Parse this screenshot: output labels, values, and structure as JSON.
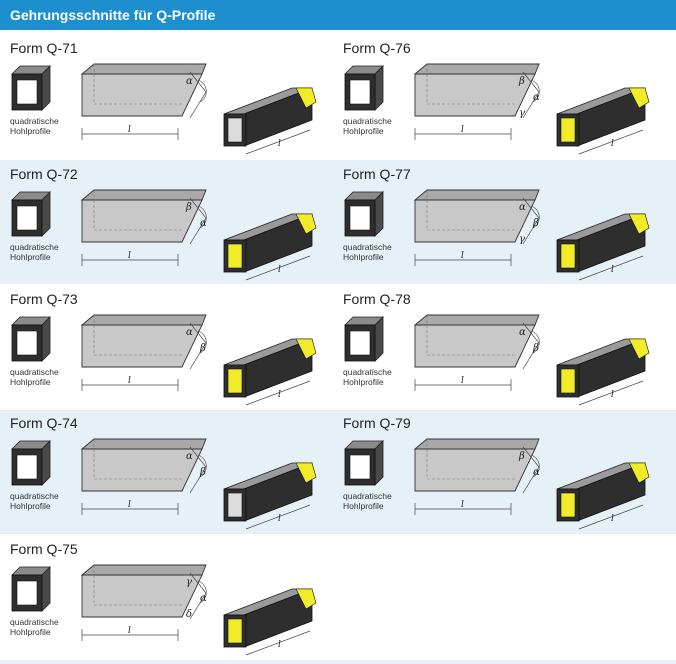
{
  "header": {
    "title": "Gehrungsschnitte für Q-Profile"
  },
  "caption": [
    "quadratische",
    "Hohlprofile"
  ],
  "colors": {
    "header_bg": "#1d8fcf",
    "band_bg": "#e6f0f7",
    "profile_dark": "#2e2e2e",
    "cut_yellow": "#f2ec28",
    "light_gray": "#c8c8c8"
  },
  "forms": [
    {
      "title": "Form Q-71",
      "angles": [
        "α"
      ],
      "length": "l"
    },
    {
      "title": "Form Q-76",
      "angles": [
        "β",
        "α",
        "γ"
      ],
      "length": "l"
    },
    {
      "title": "Form Q-72",
      "angles": [
        "β",
        "α"
      ],
      "length": "l"
    },
    {
      "title": "Form Q-77",
      "angles": [
        "α",
        "β",
        "γ"
      ],
      "length": "l"
    },
    {
      "title": "Form Q-73",
      "angles": [
        "α",
        "β"
      ],
      "length": "l"
    },
    {
      "title": "Form Q-78",
      "angles": [
        "α",
        "β"
      ],
      "length": "l"
    },
    {
      "title": "Form Q-74",
      "angles": [
        "α",
        "β"
      ],
      "length": "l"
    },
    {
      "title": "Form Q-79",
      "angles": [
        "β",
        "α"
      ],
      "length": "l"
    },
    {
      "title": "Form Q-75",
      "angles": [
        "γ",
        "α",
        "δ"
      ],
      "length": "l"
    }
  ]
}
